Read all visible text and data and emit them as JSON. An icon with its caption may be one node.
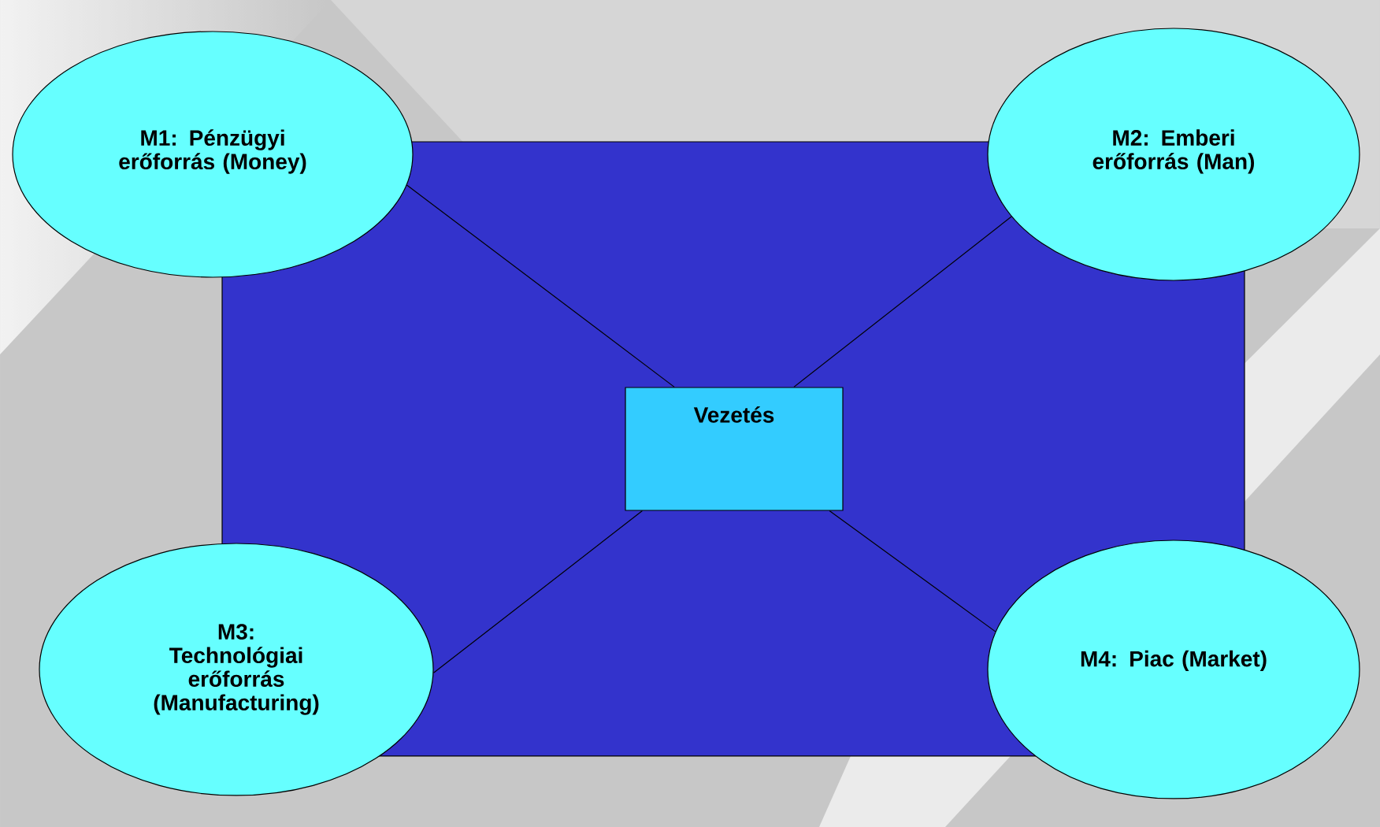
{
  "diagram": {
    "nodes": [
      {
        "text": [
          "M1: Pénzügyi erőforrás (Money)"
        ]
      },
      {
        "text": [
          "M2: Emberi erőforrás (Man)"
        ]
      },
      {
        "text": [
          "Vezetés"
        ]
      },
      {
        "text": [
          "M3: Technológiai erőforrás (Manufacturing)"
        ]
      },
      {
        "text": [
          "M4: Piac (Market)"
        ]
      }
    ],
    "edges": [
      {
        "from": 0,
        "to": 2,
        "arrow": "none"
      },
      {
        "from": 1,
        "to": 2,
        "arrow": "none"
      },
      {
        "from": 3,
        "to": 2,
        "arrow": "none"
      },
      {
        "from": 4,
        "to": 2,
        "arrow": "none"
      }
    ]
  }
}
